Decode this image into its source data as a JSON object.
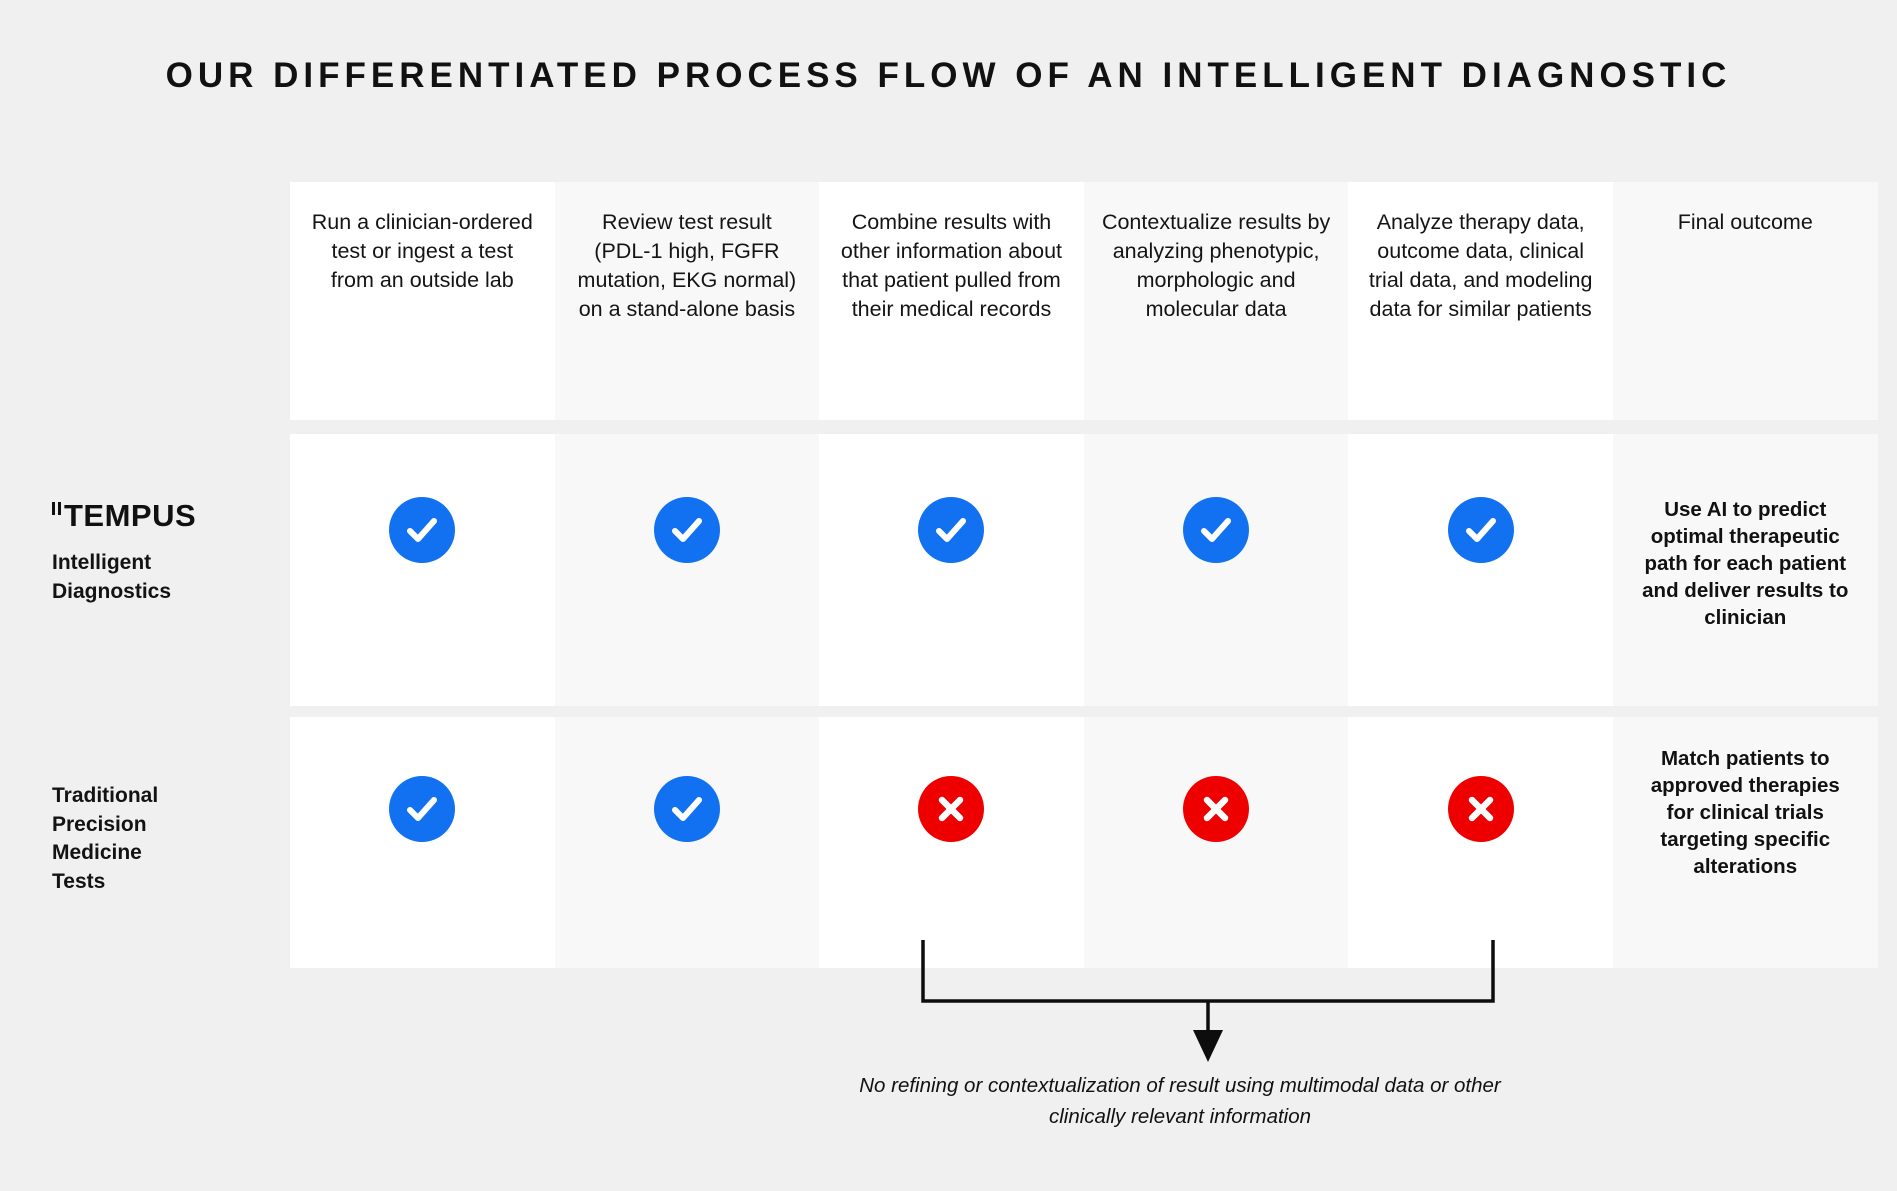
{
  "title": "OUR DIFFERENTIATED PROCESS FLOW OF AN INTELLIGENT DIAGNOSTIC",
  "colors": {
    "background": "#f0f0f0",
    "cell_white": "#ffffff",
    "cell_alt": "#f8f8f8",
    "check_blue": "#1271f0",
    "cross_red": "#ef0000",
    "text": "#131313"
  },
  "columns": [
    {
      "header": "Run a clinician-ordered test or ingest a test from an outside lab"
    },
    {
      "header": "Review test result (PDL-1 high, FGFR mutation, EKG normal) on a stand-alone basis"
    },
    {
      "header": "Combine results with other information about that patient pulled from their medical records"
    },
    {
      "header": "Contextualize results by analyzing phenotypic, morphologic and molecular data"
    },
    {
      "header": "Analyze therapy data, outcome data, clinical trial data, and modeling data for similar patients"
    },
    {
      "header": "Final outcome"
    }
  ],
  "rows": [
    {
      "label_logo": "TEMPUS",
      "label_sub": "Intelligent\nDiagnostics",
      "label_sub_line1": "Intelligent",
      "label_sub_line2": "Diagnostics",
      "marks": [
        "check",
        "check",
        "check",
        "check",
        "check"
      ],
      "outcome": "Use AI to predict optimal therapeutic path for each patient and deliver results to clinician"
    },
    {
      "label_line1": "Traditional",
      "label_line2": "Precision",
      "label_line3": "Medicine",
      "label_line4": "Tests",
      "marks": [
        "check",
        "check",
        "cross",
        "cross",
        "cross"
      ],
      "outcome": "Match patients to approved therapies for clinical trials targeting specific alterations"
    }
  ],
  "annotation": {
    "caption_line1": "No refining or contextualization of result using multimodal data or other",
    "caption_line2": "clinically relevant information",
    "caption": "No refining or contextualization of result using multimodal data or other clinically relevant information",
    "bracket_spans_columns": [
      3,
      4,
      5
    ]
  }
}
